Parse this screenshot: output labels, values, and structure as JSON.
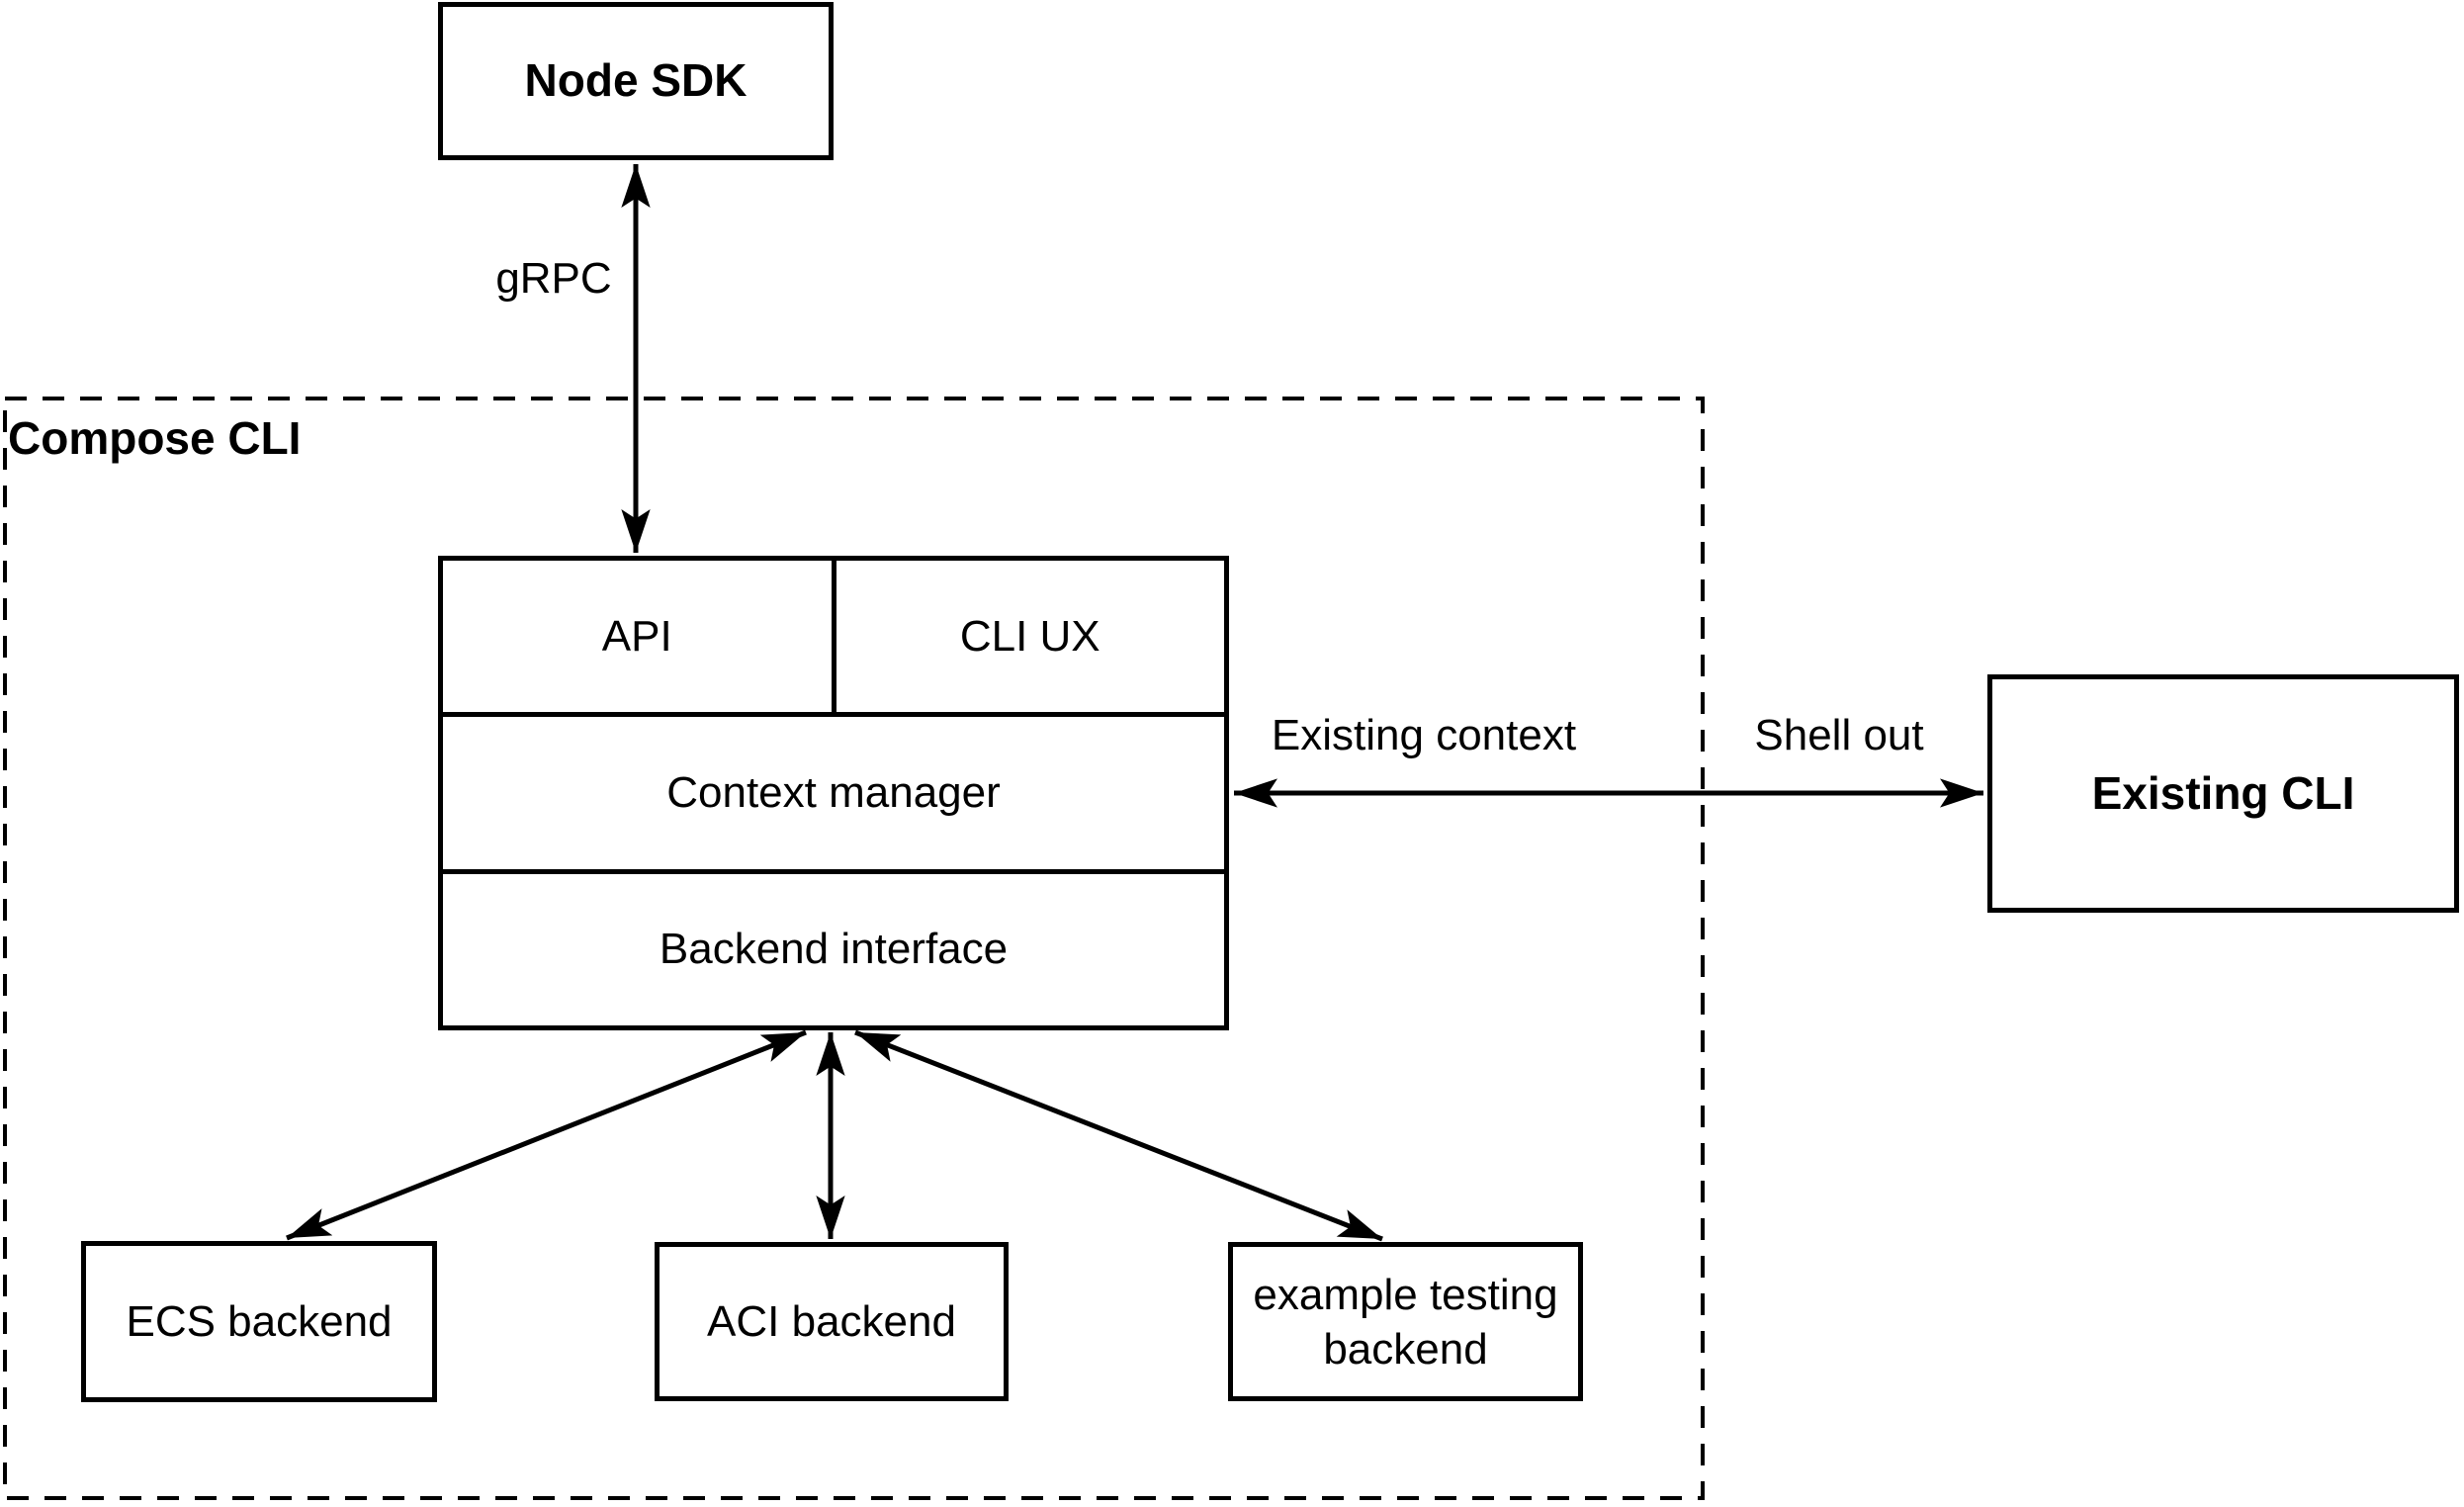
{
  "diagram": {
    "container_label": "Compose CLI",
    "boxes": {
      "node_sdk": "Node SDK",
      "existing_cli": "Existing CLI",
      "ecs_backend": "ECS backend",
      "aci_backend": "ACI backend",
      "example_testing_backend": "example testing backend"
    },
    "stack": {
      "api": "API",
      "cli_ux": "CLI UX",
      "context_manager": "Context manager",
      "backend_interface": "Backend interface"
    },
    "edge_labels": {
      "grpc": "gRPC",
      "existing_context": "Existing context",
      "shell_out": "Shell out"
    },
    "colors": {
      "stroke": "#000000",
      "background": "#ffffff"
    }
  }
}
